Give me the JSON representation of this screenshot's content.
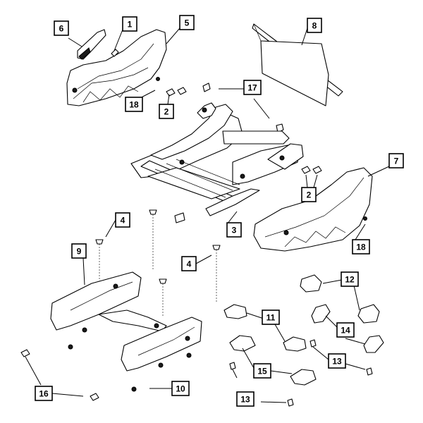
{
  "diagram": {
    "callouts": [
      {
        "id": "c1",
        "label": "1"
      },
      {
        "id": "c2a",
        "label": "2"
      },
      {
        "id": "c2b",
        "label": "2"
      },
      {
        "id": "c3",
        "label": "3"
      },
      {
        "id": "c4a",
        "label": "4"
      },
      {
        "id": "c4b",
        "label": "4"
      },
      {
        "id": "c5",
        "label": "5"
      },
      {
        "id": "c6",
        "label": "6"
      },
      {
        "id": "c7",
        "label": "7"
      },
      {
        "id": "c8",
        "label": "8"
      },
      {
        "id": "c9",
        "label": "9"
      },
      {
        "id": "c10",
        "label": "10"
      },
      {
        "id": "c11",
        "label": "11"
      },
      {
        "id": "c12",
        "label": "12"
      },
      {
        "id": "c13a",
        "label": "13"
      },
      {
        "id": "c13b",
        "label": "13"
      },
      {
        "id": "c14",
        "label": "14"
      },
      {
        "id": "c15",
        "label": "15"
      },
      {
        "id": "c16",
        "label": "16"
      },
      {
        "id": "c17",
        "label": "17"
      },
      {
        "id": "c18a",
        "label": "18"
      },
      {
        "id": "c18b",
        "label": "18"
      }
    ]
  }
}
